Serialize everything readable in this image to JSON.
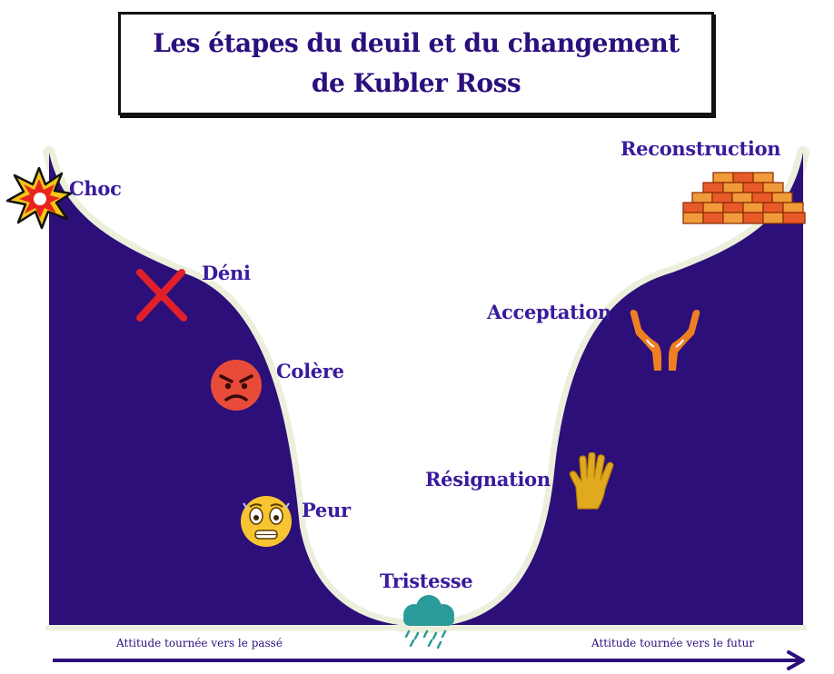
{
  "title": {
    "line1": "Les étapes du deuil et du changement",
    "line2": "de Kubler Ross"
  },
  "stages": {
    "choc": "Choc",
    "deni": "Déni",
    "colere": "Colère",
    "peur": "Peur",
    "tristesse": "Tristesse",
    "resignation": "Résignation",
    "acceptation": "Acceptation",
    "reconstruction": "Reconstruction"
  },
  "axis": {
    "left_label": "Attitude tournée vers le passé",
    "right_label": "Attitude tournée vers le futur"
  },
  "colors": {
    "fill": "#2c0f78",
    "label": "#3a1a9c",
    "curve_edge": "#ecefdc",
    "arrow": "#2c0f78"
  },
  "icons": {
    "choc": "explosion-icon",
    "deni": "cross-mark-icon",
    "colere": "angry-face-icon",
    "peur": "fearful-face-icon",
    "tristesse": "rain-cloud-icon",
    "resignation": "raised-hand-icon",
    "acceptation": "open-hands-icon",
    "reconstruction": "brick-wall-icon"
  }
}
